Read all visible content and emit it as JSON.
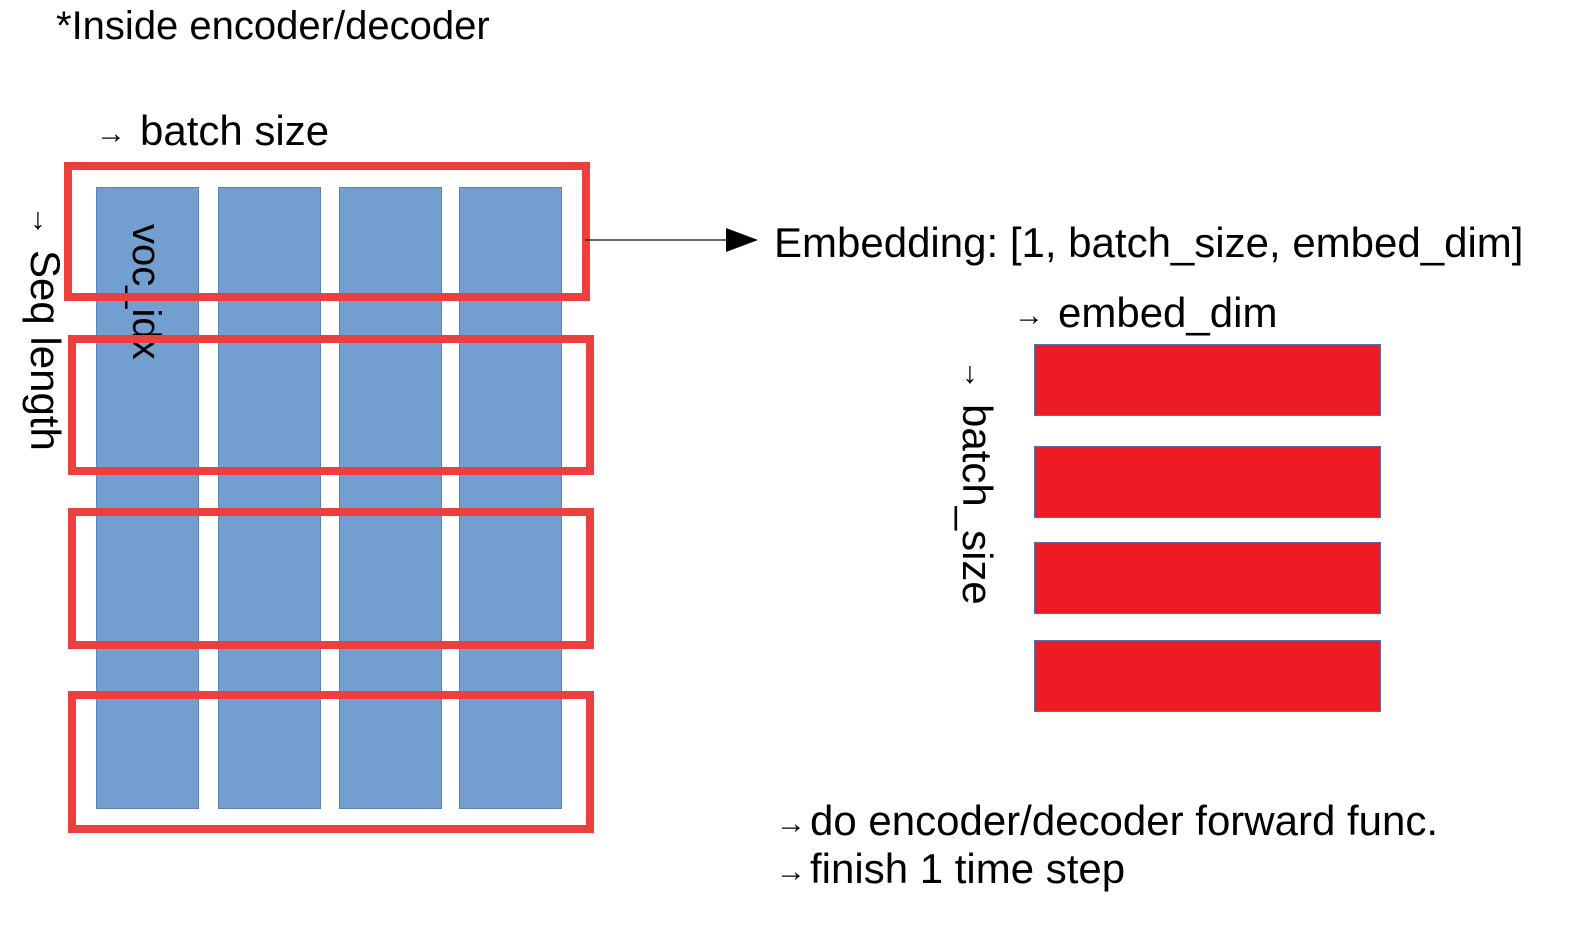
{
  "title": "*Inside encoder/decoder",
  "arrow_right_glyph": "→",
  "arrow_down_glyph": "↓",
  "labels": {
    "batch_size": "batch size",
    "seq_length": "Seq length",
    "voc_idx": "voc_idx",
    "embedding": "Embedding: [1, batch_size, embed_dim]",
    "embed_dim": "embed_dim",
    "batch_size_vertical": "batch_size"
  },
  "notes": [
    "do encoder/decoder forward func.",
    "finish 1 time step"
  ],
  "colors": {
    "input_column_fill": "#729fcf",
    "time_step_frame": "#ee3f3f",
    "embedding_row_fill": "#ed1c24",
    "connector": "#000000"
  }
}
